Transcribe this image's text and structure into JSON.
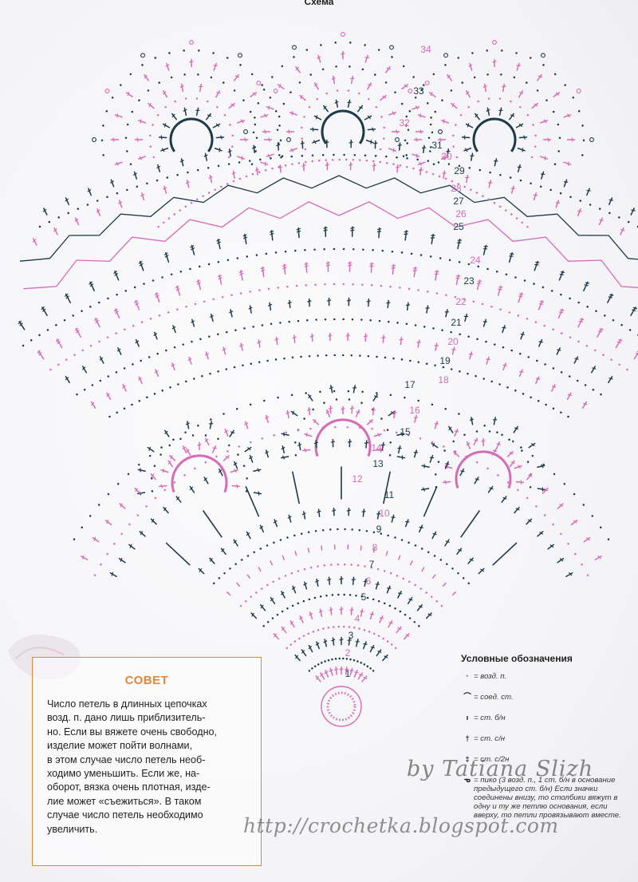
{
  "diagram": {
    "title": "Схема",
    "row_numbers": [
      "1",
      "2",
      "3",
      "4",
      "5",
      "6",
      "7",
      "8",
      "9",
      "10",
      "11",
      "12",
      "13",
      "14",
      "15",
      "16",
      "17",
      "18",
      "19",
      "20",
      "21",
      "22",
      "23",
      "24",
      "25",
      "26",
      "27",
      "28",
      "29",
      "30",
      "31",
      "32",
      "33",
      "34"
    ]
  },
  "tip": {
    "title": "СОВЕТ",
    "lines": [
      "Число петель в длинных цепочках",
      "возд. п. дано лишь приблизитель-",
      "но. Если вы вяжете очень свободно,",
      "изделие может пойти волнами,",
      "в этом случае число петель необ-",
      "ходимо уменьшить. Если же, на-",
      "оборот, вязка очень плотная, изде-",
      "лие может «съежиться». В таком",
      "случае число петель необходимо",
      "увеличить."
    ]
  },
  "legend": {
    "title": "Условные обозначения",
    "items": [
      {
        "symbol": "·",
        "text": "= возд. п."
      },
      {
        "symbol": "⌒",
        "text": "= соед. ст."
      },
      {
        "symbol": "ı",
        "text": "= ст. б/н"
      },
      {
        "symbol": "†",
        "text": "= ст. с/н"
      },
      {
        "symbol": "‡",
        "text": "= ст. с/2н"
      },
      {
        "symbol": "ᓀ",
        "text": "= пико (3 возд. п., 1 ст. б/н в основание предыдущего ст. б/н) Если значки соединены внизу, то столбики вяжут в одну и ту же петлю основания, если вверху, то петли провязывают вместе."
      }
    ]
  },
  "watermark": {
    "author": "by Tatiana Slizh",
    "url": "http://crochetka.blogspot.com"
  },
  "colors": {
    "ink": "#1c3a4a",
    "pink": "#d66bb8",
    "tip_border": "#e0863d"
  }
}
